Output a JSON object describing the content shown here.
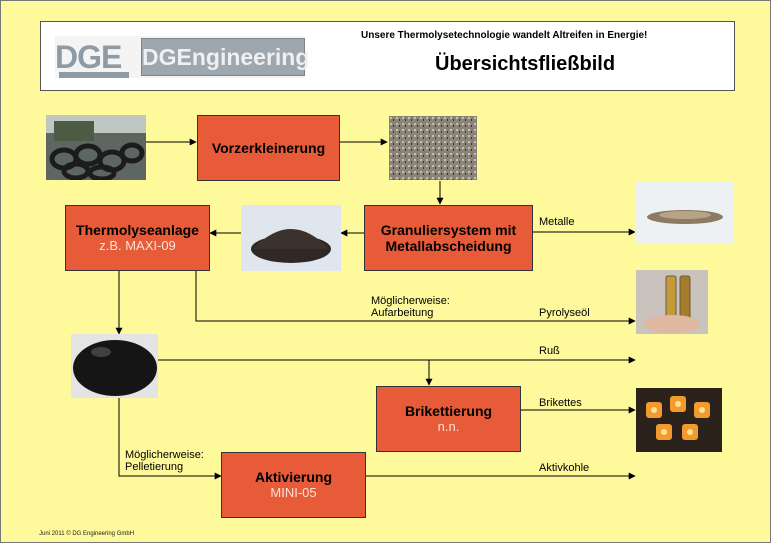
{
  "header": {
    "logo_mark": "DGE",
    "logo_name": "DGEngineering",
    "tagline": "Unsere Thermolysetechnologie wandelt Altreifen in Energie!",
    "title": "Übersichtsfließbild"
  },
  "nodes": {
    "vorzerkleinerung": {
      "main": "Vorzerkleinerung"
    },
    "granuliersystem": {
      "main": "Granuliersystem mit Metallabscheidung"
    },
    "thermolyse": {
      "main": "Thermolyseanlage",
      "sub": "z.B. MAXI-09"
    },
    "brikettierung": {
      "main": "Brikettierung",
      "sub": "n.n."
    },
    "aktivierung": {
      "main": "Aktivierung",
      "sub": "MINI-05"
    }
  },
  "labels": {
    "metalle": "Metalle",
    "moeglich_aufarbeitung_1": "Möglicherweise:",
    "moeglich_aufarbeitung_2": "Aufarbeitung",
    "pyrolyseoel": "Pyrolyseöl",
    "russ": "Ruß",
    "brikettes": "Brikettes",
    "moeglich_pelletierung_1": "Möglicherweise:",
    "moeglich_pelletierung_2": "Pelletierung",
    "aktivkohle": "Aktivkohle"
  },
  "footer": "Juni 2011 © DG Engineering GmbH",
  "colors": {
    "background": "#fef99a",
    "node_fill": "#e75b38",
    "node_sub_text": "#fde2d6"
  }
}
